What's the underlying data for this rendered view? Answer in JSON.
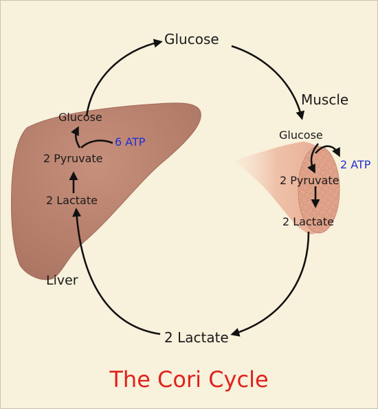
{
  "title": "The Cori Cycle",
  "cycle": {
    "top_label": "Glucose",
    "bottom_label": "2 Lactate"
  },
  "liver": {
    "name": "Liver",
    "glucose": "Glucose",
    "atp": "6 ATP",
    "pyruvate": "2 Pyruvate",
    "lactate": "2 Lactate"
  },
  "muscle": {
    "name": "Muscle",
    "glucose": "Glucose",
    "atp": "2 ATP",
    "pyruvate": "2 Pyruvate",
    "lactate": "2 Lactate"
  },
  "colors": {
    "background": "#f8f1dc",
    "liver": "#bb7f6c",
    "muscle": "#e9b49c",
    "atp_text": "#1f2fd6",
    "title_text": "#e0211b"
  }
}
